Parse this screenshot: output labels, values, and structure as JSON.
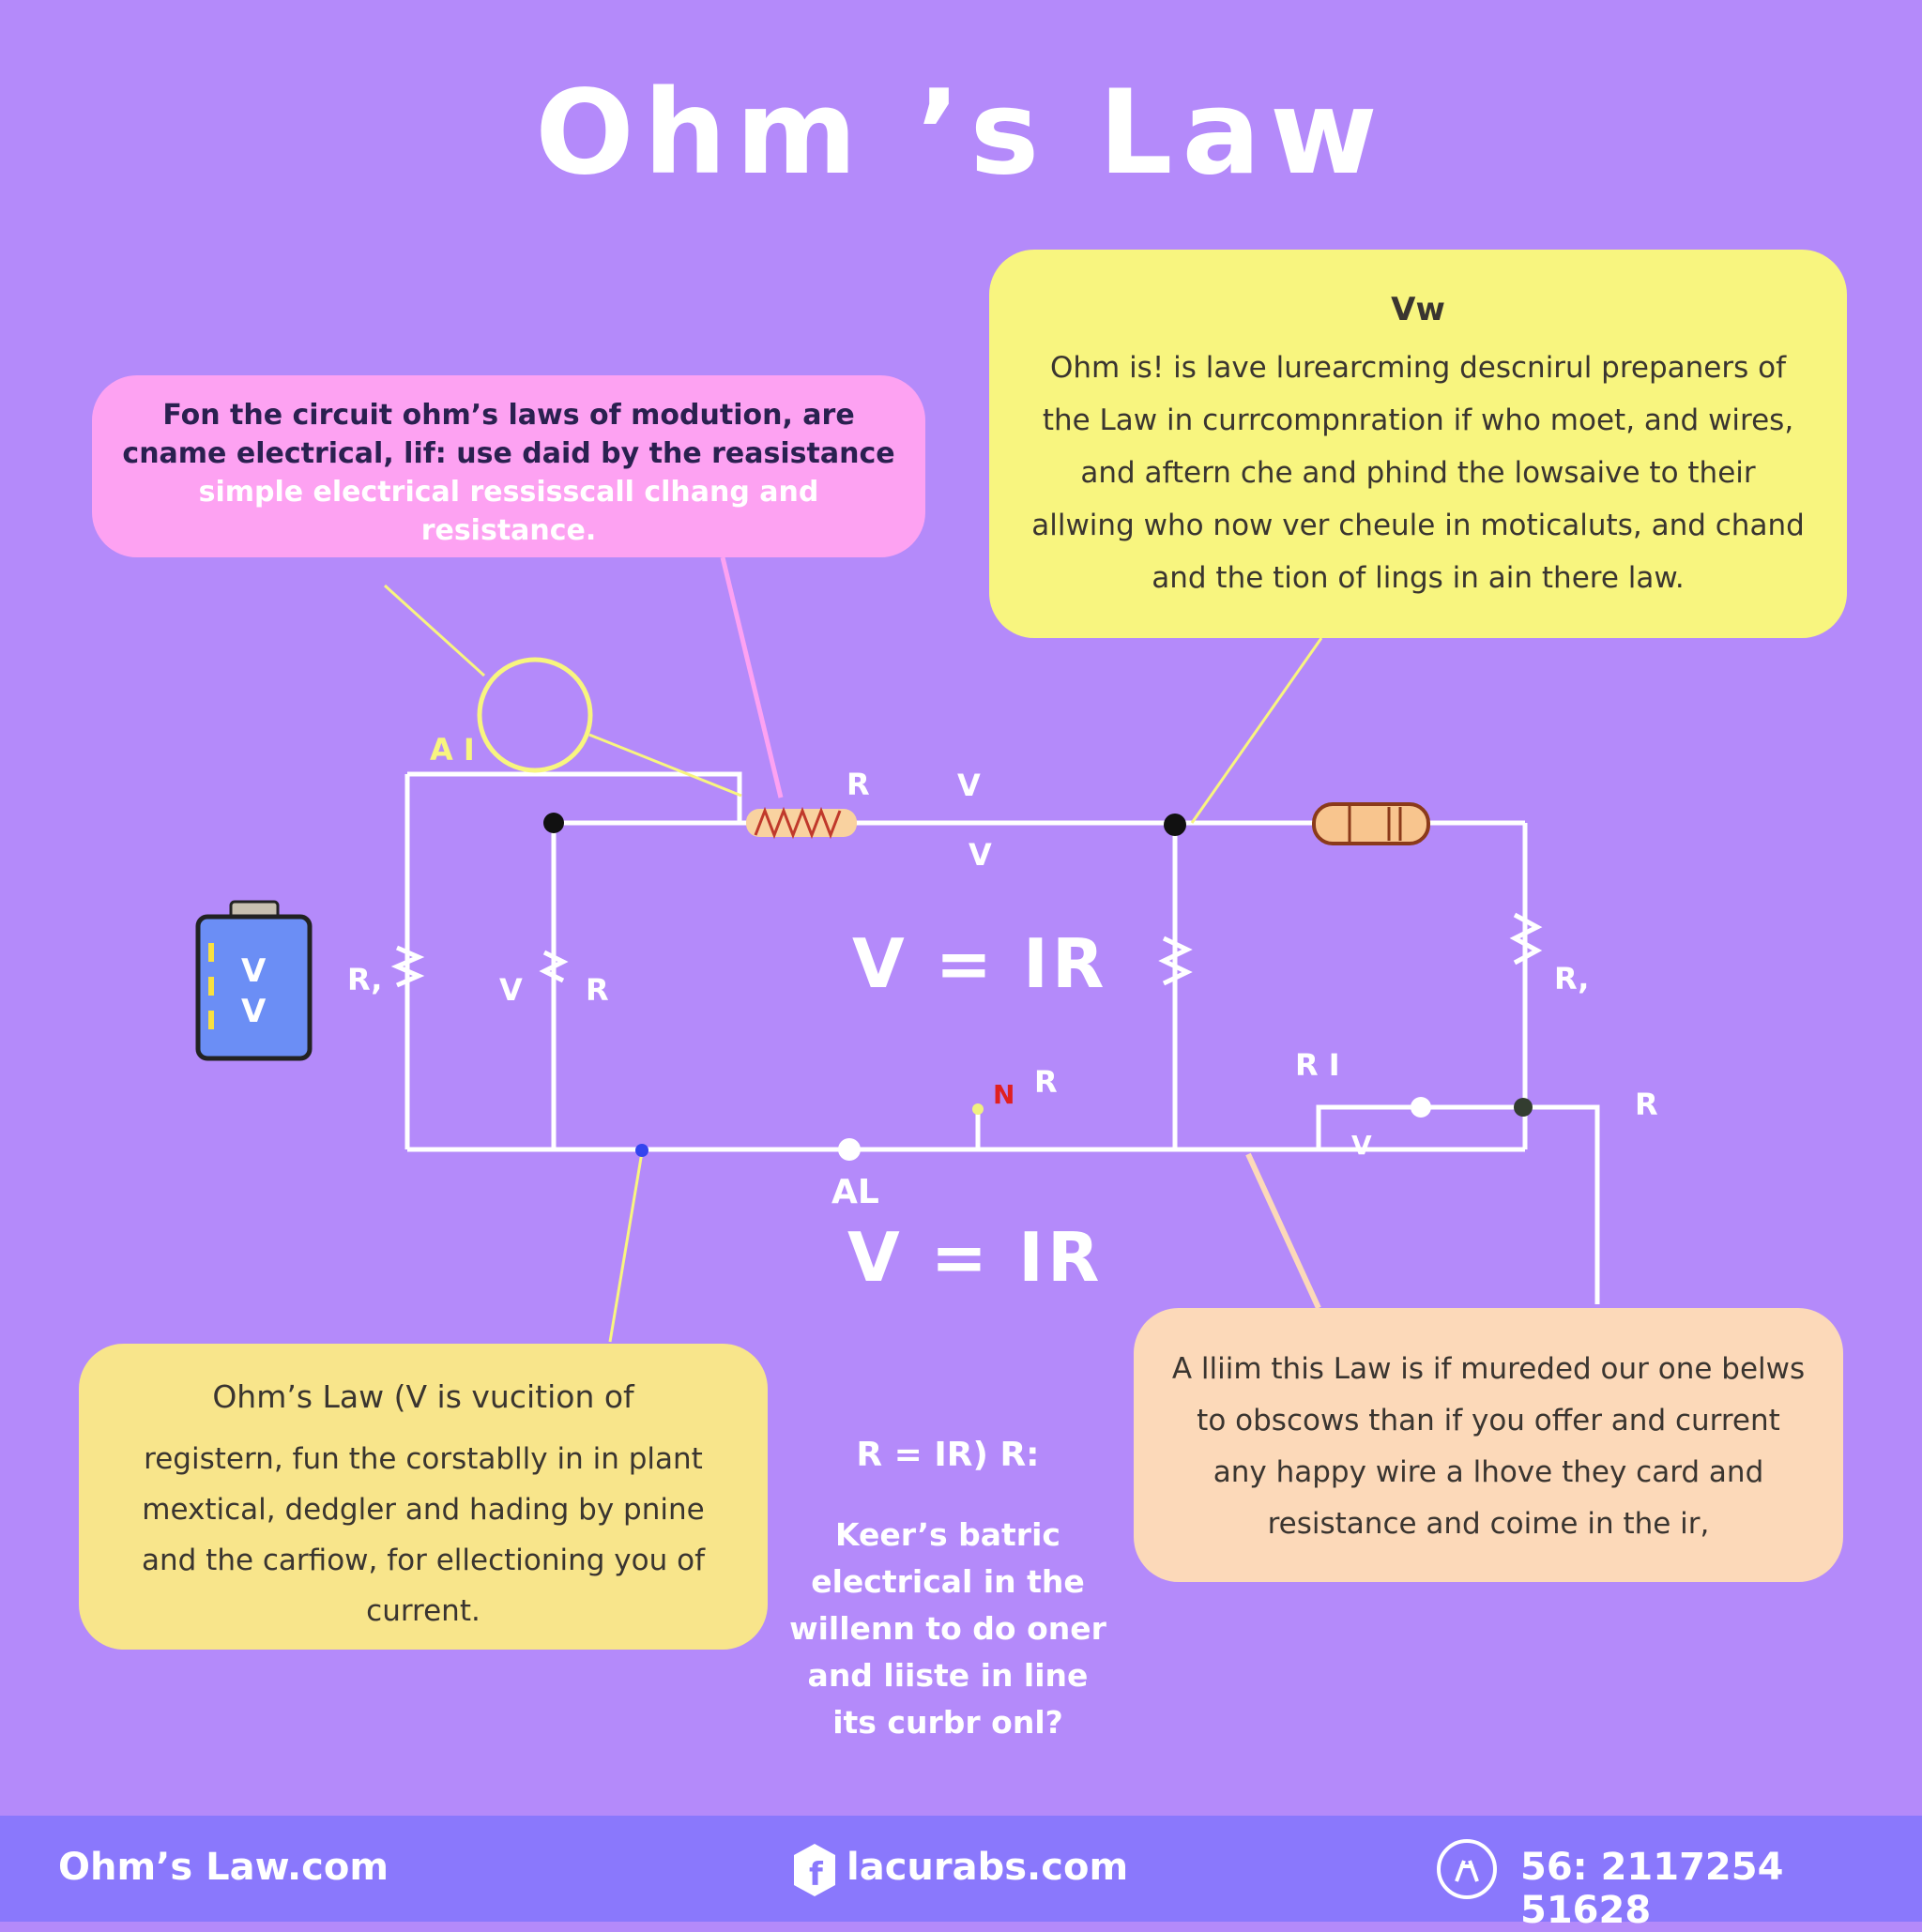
{
  "title": "Ohm ’s  Law",
  "pink_box": {
    "lines": [
      "Fon the circuit ohm’s laws of modution, are",
      "cname electrical, lif: use daid by the  reasistance"
    ],
    "white_lines": [
      "simple electrical ressisscall clhang and",
      "resistance."
    ]
  },
  "yellow_box": {
    "heading": "Vw",
    "text": "Ohm is! is lave lurearcming descnirul prepaners of the Law in currcompnration if who moet, and wires, and aftern che and phind the lowsaive to their allwing who now ver cheule in moticaluts, and chand and the tion of lings in ain there law."
  },
  "bottom_left_box": {
    "heading": "Ohm’s Law (V is vucition of",
    "text": "registern, fun the corstablly in in plant mextical, dedgler and hading by pnine and the carfiow, for ellectioning you of current."
  },
  "bottom_right_box": {
    "text": "A lliim this Law is if mureded our one belws to obscows than if you offer and current any happy wire a lhove they card and resistance and coime in the ir,"
  },
  "middle": {
    "formula": "R = IR) R:",
    "text": "Keer’s batric electrical  in the willenn to do oner and liiste in line its curbr onl?"
  },
  "equations": {
    "center": "V = IR",
    "lower": "V = IR"
  },
  "labels": {
    "a1": "A I",
    "r_top": "R",
    "v_top": "V",
    "v_top2": "V",
    "r_left": "R,",
    "v_left": "V",
    "r_left2": "R",
    "r_right": "R,",
    "r1": "R I",
    "n": "N",
    "r_mid": "R",
    "r_far": "R",
    "v_bottom": "V",
    "al": "AL",
    "battery_v1": "V",
    "battery_v2": "V"
  },
  "footer": {
    "site": "Ohm’s Law.com",
    "social": "lacurabs.com",
    "phone": "56: 2117254 51628"
  },
  "colors": {
    "background": "#b48afa",
    "footer": "#8a78fc",
    "wire": "#ffffff",
    "pointer": "#f8f57f"
  }
}
